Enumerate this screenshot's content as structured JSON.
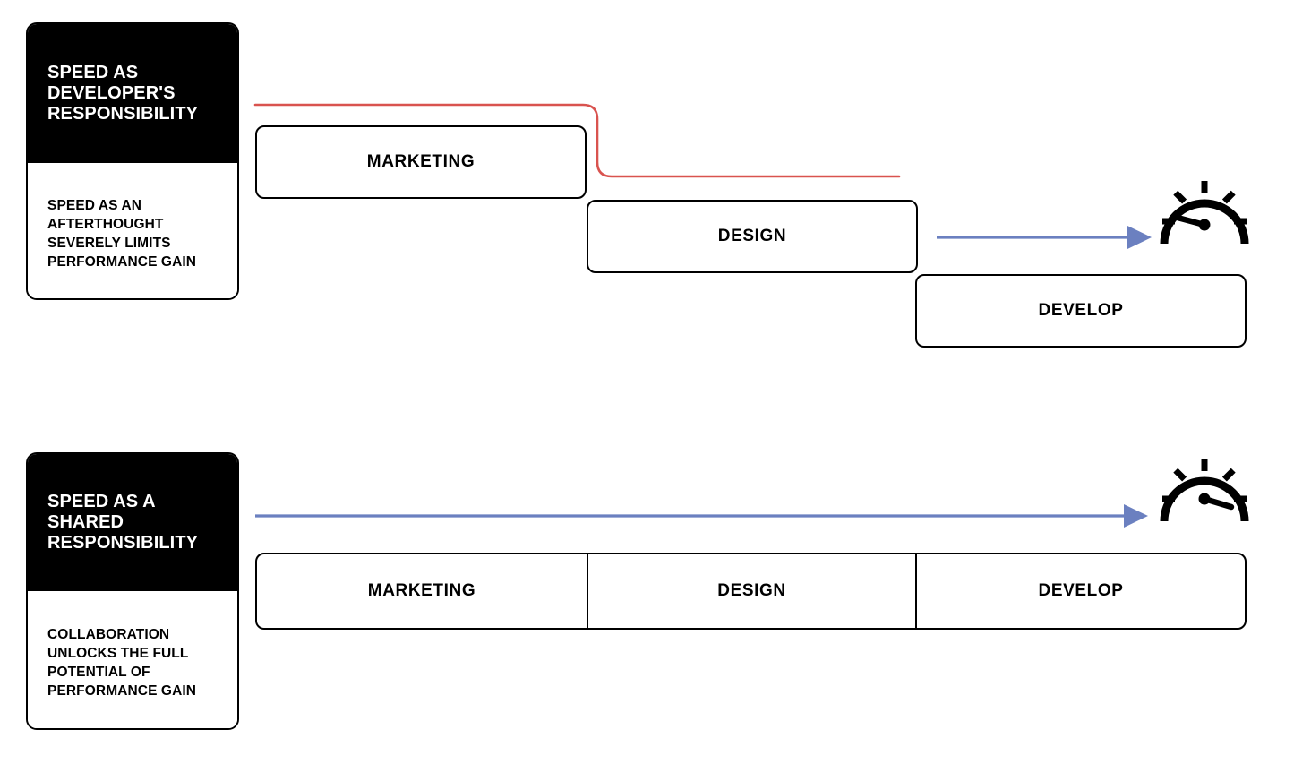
{
  "diagram": {
    "title": "Speed as developer's responsibility vs shared responsibility",
    "colors": {
      "ink": "#000000",
      "paper": "#ffffff",
      "red_line": "#d9534f",
      "blue_arrow": "#6b80c0"
    }
  },
  "sections": [
    {
      "id": "siloed",
      "card": {
        "heading": "SPEED AS\nDEVELOPER'S\nRESPONSIBILITY",
        "body": "SPEED AS AN\nAFTERTHOUGHT\nSEVERELY LIMITS\nPERFORMANCE GAIN"
      },
      "stages": [
        {
          "label": "MARKETING"
        },
        {
          "label": "DESIGN"
        },
        {
          "label": "DEVELOP"
        }
      ],
      "gauge": {
        "name": "speedometer-low",
        "reading": "low"
      },
      "red_line": {
        "name": "performance-drop-line"
      },
      "arrow": {
        "name": "speed-arrow-short"
      }
    },
    {
      "id": "shared",
      "card": {
        "heading": "SPEED AS A\nSHARED\nRESPONSIBILITY",
        "body": "COLLABORATION\nUNLOCKS THE FULL\nPOTENTIAL OF\nPERFORMANCE GAIN"
      },
      "stages": [
        {
          "label": "MARKETING"
        },
        {
          "label": "DESIGN"
        },
        {
          "label": "DEVELOP"
        }
      ],
      "gauge": {
        "name": "speedometer-high",
        "reading": "high"
      },
      "arrow": {
        "name": "speed-arrow-long"
      }
    }
  ]
}
